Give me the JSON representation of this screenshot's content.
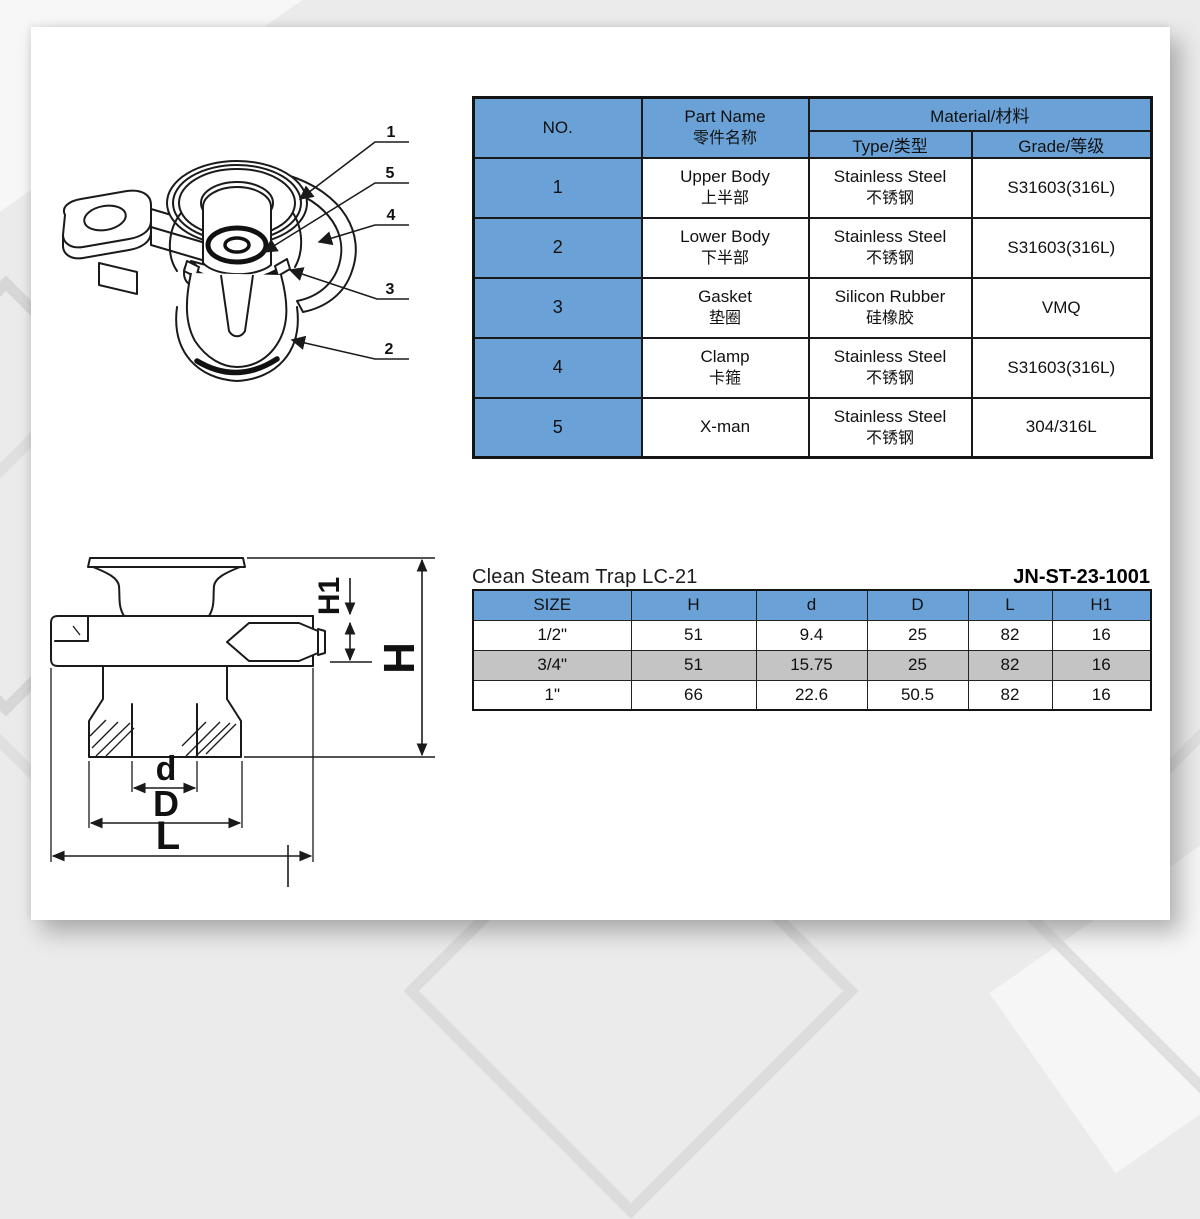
{
  "colors": {
    "header_blue": "#6aa2d8",
    "row_gray": "#c4c4c4",
    "line": "#1a1a1a",
    "paper": "#ffffff",
    "backdrop": "#ebebeb"
  },
  "parts_table": {
    "headers": {
      "no": "NO.",
      "part_name_en": "Part Name",
      "part_name_zh": "零件名称",
      "material": "Material/材料",
      "type": "Type/类型",
      "grade": "Grade/等级"
    },
    "rows": [
      {
        "no": "1",
        "name_en": "Upper Body",
        "name_zh": "上半部",
        "type_en": "Stainless Steel",
        "type_zh": "不锈钢",
        "grade": "S31603(316L)"
      },
      {
        "no": "2",
        "name_en": "Lower Body",
        "name_zh": "下半部",
        "type_en": "Stainless Steel",
        "type_zh": "不锈钢",
        "grade": "S31603(316L)"
      },
      {
        "no": "3",
        "name_en": "Gasket",
        "name_zh": "垫圈",
        "type_en": "Silicon Rubber",
        "type_zh": "硅橡胶",
        "grade": "VMQ"
      },
      {
        "no": "4",
        "name_en": "Clamp",
        "name_zh": "卡箍",
        "type_en": "Stainless Steel",
        "type_zh": "不锈钢",
        "grade": "S31603(316L)"
      },
      {
        "no": "5",
        "name_en": "X-man",
        "name_zh": "",
        "type_en": "Stainless Steel",
        "type_zh": "不锈钢",
        "grade": "304/316L"
      }
    ]
  },
  "spec_table": {
    "title": "Clean Steam Trap LC-21",
    "code": "JN-ST-23-1001",
    "headers": [
      "SIZE",
      "H",
      "d",
      "D",
      "L",
      "H1"
    ],
    "rows": [
      [
        "1/2\"",
        "51",
        "9.4",
        "25",
        "82",
        "16"
      ],
      [
        "3/4\"",
        "51",
        "15.75",
        "25",
        "82",
        "16"
      ],
      [
        "1\"",
        "66",
        "22.6",
        "50.5",
        "82",
        "16"
      ]
    ]
  },
  "callouts": [
    "1",
    "5",
    "4",
    "3",
    "2"
  ],
  "dim_labels": {
    "H": "H",
    "H1": "H1",
    "d": "d",
    "D": "D",
    "L": "L"
  }
}
